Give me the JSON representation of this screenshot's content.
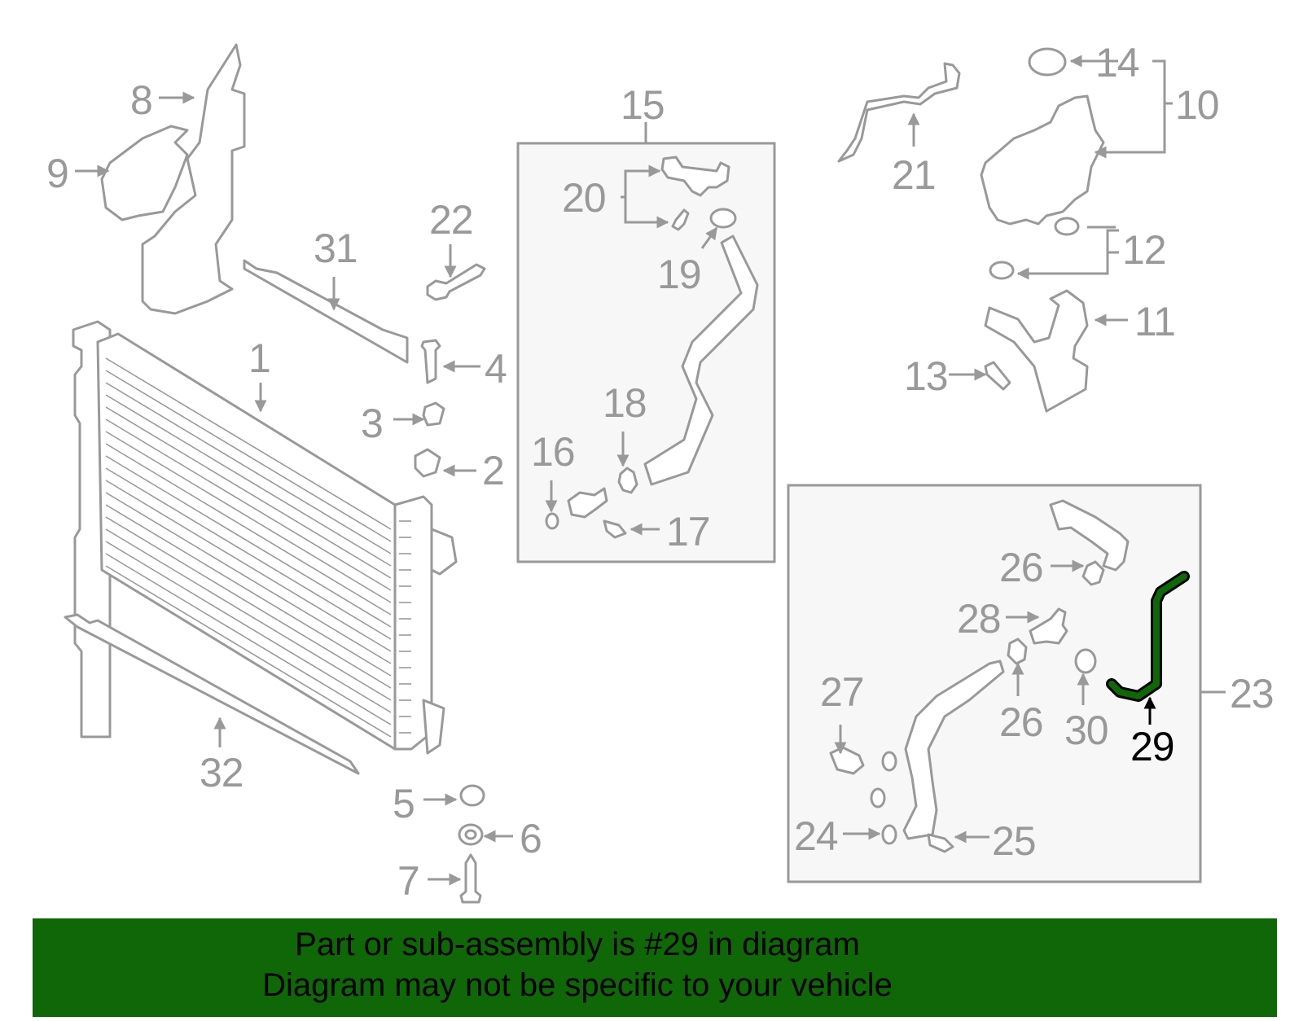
{
  "diagram": {
    "highlighted_part": "29",
    "highlight_color": "#0f6708",
    "line_color": "#999999",
    "group_box_fill": "#f7f7f7",
    "callouts": [
      {
        "id": "c1",
        "label": "1"
      },
      {
        "id": "c2",
        "label": "2"
      },
      {
        "id": "c3",
        "label": "3"
      },
      {
        "id": "c4",
        "label": "4"
      },
      {
        "id": "c5",
        "label": "5"
      },
      {
        "id": "c6",
        "label": "6"
      },
      {
        "id": "c7",
        "label": "7"
      },
      {
        "id": "c8",
        "label": "8"
      },
      {
        "id": "c9",
        "label": "9"
      },
      {
        "id": "c10",
        "label": "10"
      },
      {
        "id": "c11",
        "label": "11"
      },
      {
        "id": "c12",
        "label": "12"
      },
      {
        "id": "c13",
        "label": "13"
      },
      {
        "id": "c14",
        "label": "14"
      },
      {
        "id": "c15",
        "label": "15"
      },
      {
        "id": "c16",
        "label": "16"
      },
      {
        "id": "c17",
        "label": "17"
      },
      {
        "id": "c18",
        "label": "18"
      },
      {
        "id": "c19",
        "label": "19"
      },
      {
        "id": "c20",
        "label": "20"
      },
      {
        "id": "c21",
        "label": "21"
      },
      {
        "id": "c22",
        "label": "22"
      },
      {
        "id": "c23",
        "label": "23"
      },
      {
        "id": "c24",
        "label": "24"
      },
      {
        "id": "c25",
        "label": "25"
      },
      {
        "id": "c26a",
        "label": "26"
      },
      {
        "id": "c26b",
        "label": "26"
      },
      {
        "id": "c27",
        "label": "27"
      },
      {
        "id": "c28",
        "label": "28"
      },
      {
        "id": "c29",
        "label": "29"
      },
      {
        "id": "c30",
        "label": "30"
      },
      {
        "id": "c31",
        "label": "31"
      },
      {
        "id": "c32",
        "label": "32"
      }
    ]
  },
  "banner": {
    "line1": "Part or sub-assembly is #29 in diagram",
    "line2": "Diagram may not be specific to your vehicle",
    "background": "#0f6708"
  }
}
